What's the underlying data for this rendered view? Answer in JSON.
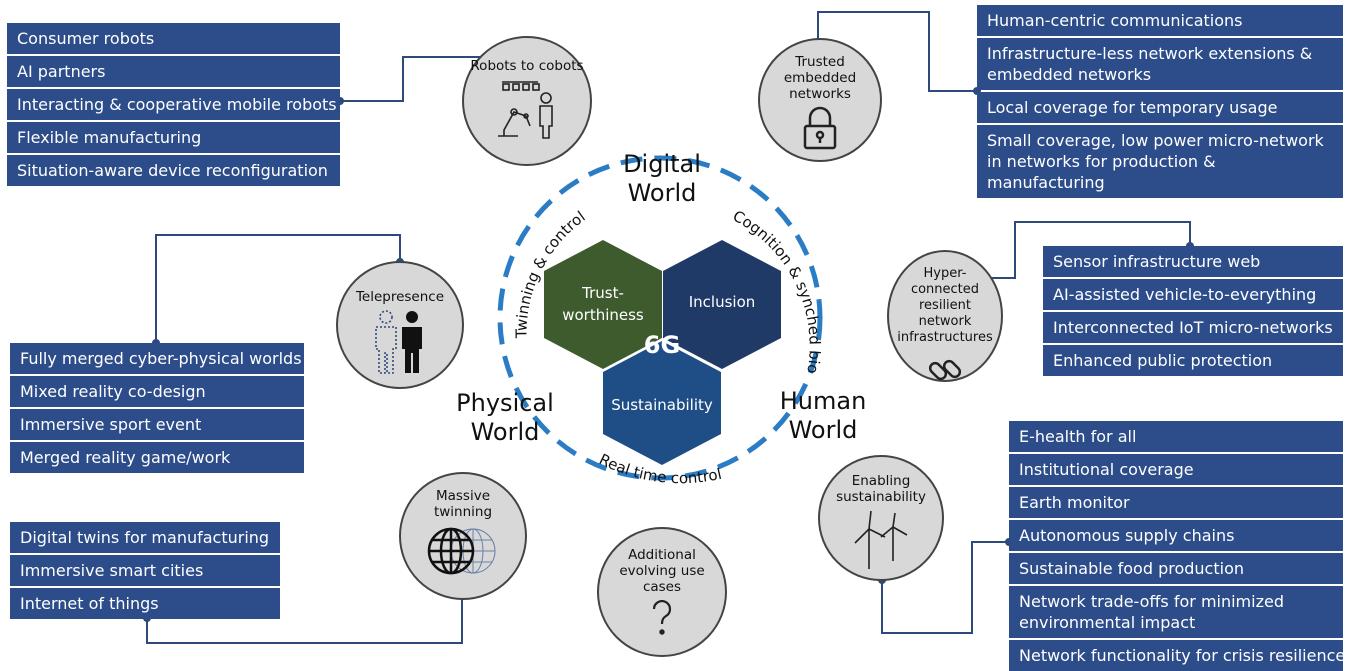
{
  "panels": {
    "robots": [
      "Consumer robots",
      "AI partners",
      "Interacting & cooperative mobile robots",
      "Flexible manufacturing",
      "Situation-aware device reconfiguration"
    ],
    "trusted": [
      "Human-centric communications",
      "Infrastructure-less network extensions & embedded networks",
      "Local coverage for temporary usage",
      "Small coverage, low power micro-network in networks for production & manufacturing"
    ],
    "hyper": [
      "Sensor infrastructure web",
      "AI-assisted vehicle-to-everything",
      "Interconnected IoT micro-networks",
      "Enhanced public protection"
    ],
    "telepresence": [
      "Fully merged cyber-physical worlds",
      "Mixed reality co-design",
      "Immersive sport event",
      "Merged reality game/work"
    ],
    "twinning": [
      "Digital twins for manufacturing",
      "Immersive smart cities",
      "Internet of things"
    ],
    "sustainability": [
      "E-health for all",
      "Institutional coverage",
      "Earth monitor",
      "Autonomous supply chains",
      "Sustainable food production",
      "Network trade-offs for minimized environmental impact",
      "Network functionality for crisis resilience"
    ]
  },
  "circles": {
    "robots": "Robots to cobots",
    "trusted": "Trusted embedded networks",
    "hyper": "Hyper-connected resilient network infrastructures",
    "telepresence": "Telepresence",
    "twinning": "Massive twinning",
    "sustainability": "Enabling sustainability",
    "additional": "Additional evolving use cases"
  },
  "center": {
    "hex_trust": "Trust-worthiness",
    "hex_inclusion": "Inclusion",
    "hex_sustainability": "Sustainability",
    "label": "6G",
    "arc_left": "Twinning & control",
    "arc_right": "Cognition & synched bio",
    "arc_bottom": "Real time control"
  },
  "worlds": {
    "digital": "Digital World",
    "physical": "Physical World",
    "human": "Human World"
  },
  "colors": {
    "panel_blue": "#2c4c8a",
    "hex_green": "#3e5b2e",
    "hex_navy": "#1f3a66",
    "hex_blue": "#1f4e86",
    "ring_blue": "#2a7dc5",
    "circle_fill": "#d8d8d8",
    "connector": "#2e4a7d"
  }
}
